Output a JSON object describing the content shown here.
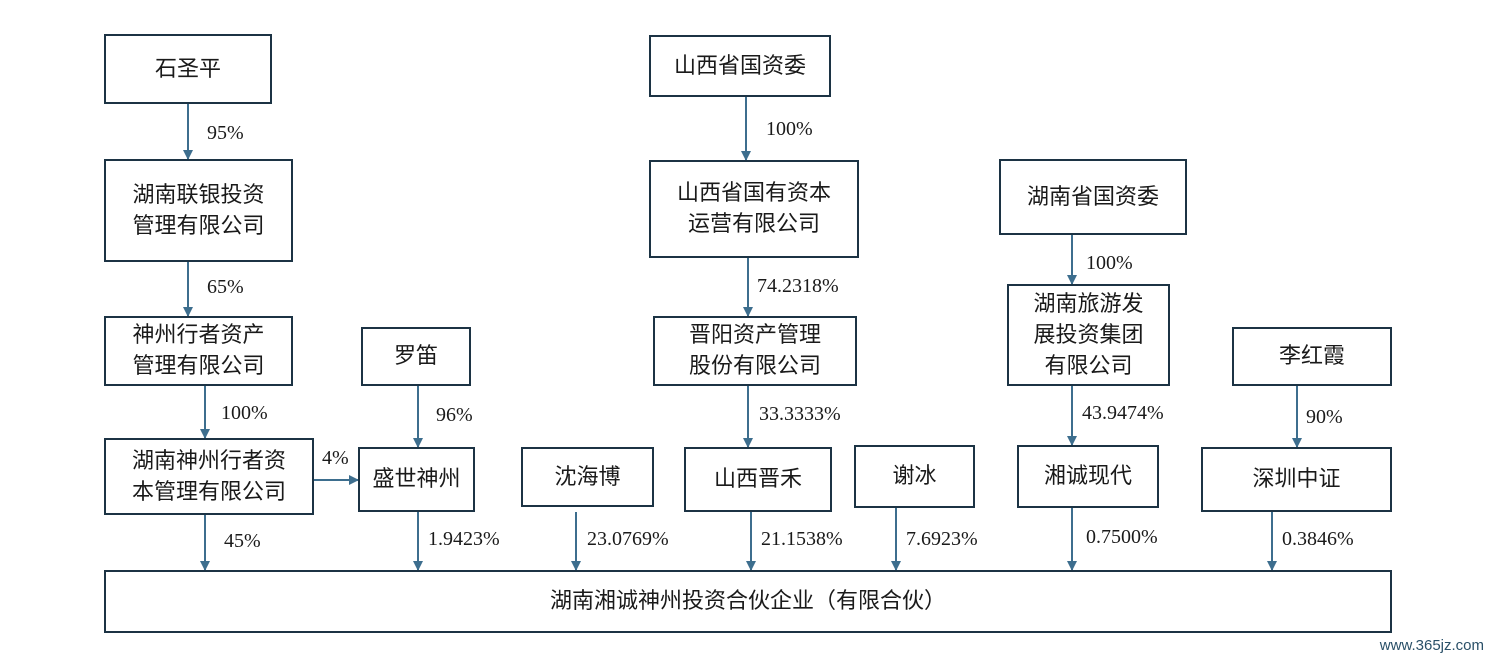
{
  "entities": {
    "shi_shengping": "石圣平",
    "hunan_lianyin": "湖南联银投资\n管理有限公司",
    "shenzhou_xingzhe_am": "神州行者资产\n管理有限公司",
    "hunan_shenzhou_xingzhe": "湖南神州行者资\n本管理有限公司",
    "luo_di": "罗笛",
    "shengshi_shenzhou": "盛世神州",
    "shen_haibo": "沈海博",
    "shanxi_sasac": "山西省国资委",
    "shanxi_state_capital": "山西省国有资本\n运营有限公司",
    "jinyang": "晋阳资产管理\n股份有限公司",
    "shanxi_jinhe": "山西晋禾",
    "xie_bing": "谢冰",
    "hunan_sasac": "湖南省国资委",
    "hunan_tourism": "湖南旅游发\n展投资集团\n有限公司",
    "xiangcheng_xiandai": "湘诚现代",
    "li_hongxia": "李红霞",
    "shenzhen_zhongzheng": "深圳中证",
    "target": "湖南湘诚神州投资合伙企业（有限合伙）"
  },
  "edges": {
    "shi_to_lianyin": "95%",
    "lianyin_to_xingzhe": "65%",
    "xingzhe_to_hunan_xingzhe": "100%",
    "hunan_xingzhe_to_shengshi": "4%",
    "luodi_to_shengshi": "96%",
    "hunan_xingzhe_to_target": "45%",
    "shengshi_to_target": "1.9423%",
    "shenhaibo_to_target": "23.0769%",
    "shanxi_sasac_to_capital": "100%",
    "capital_to_jinyang": "74.2318%",
    "jinyang_to_jinhe": "33.3333%",
    "jinhe_to_target": "21.1538%",
    "xiebing_to_target": "7.6923%",
    "hunan_sasac_to_tourism": "100%",
    "tourism_to_xiangcheng": "43.9474%",
    "xiangcheng_to_target": "0.7500%",
    "lihongxia_to_shenzhen": "90%",
    "shenzhen_to_target": "0.3846%"
  },
  "watermark": "www.365jz.com",
  "colors": {
    "border": "#1c3344",
    "arrow": "#3d6e8e"
  }
}
